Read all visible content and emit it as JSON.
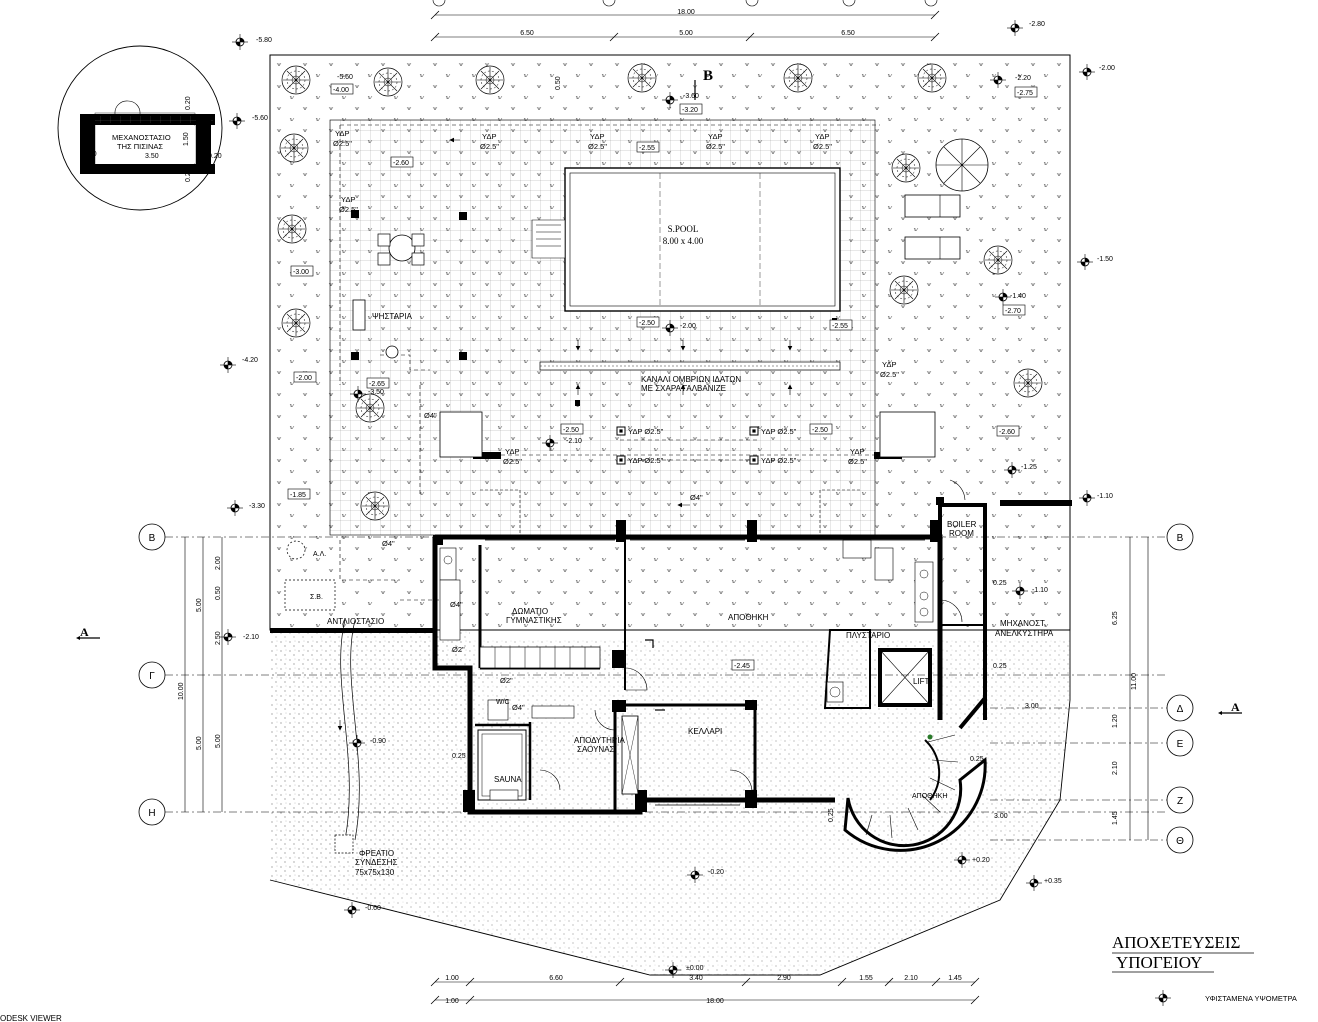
{
  "title": {
    "line1": "ΑΠΟΧΕΤΕΥΣΕΙΣ",
    "line2": "ΥΠΟΓΕΙΟΥ"
  },
  "legend": {
    "label": "ΥΦΙΣΤΑΜΕΝΑ ΥΨΟΜΕΤΡΑ"
  },
  "viewer_label": "ODESK VIEWER",
  "detail": {
    "line1": "ΜΕΧΑΝΟΣΤΑΣΙΟ",
    "line2": "ΤΗΣ ΠΙΣΙΝΑΣ",
    "dim_width": "3.50",
    "dim_wall": "0.20",
    "dim_wall_2": "0.20",
    "dim_height": "1.50",
    "dim_top": "0.20",
    "dim_bottom": "0.20"
  },
  "pool": {
    "label": "S.POOL",
    "size": "8.00 x 4.00"
  },
  "section_marks": {
    "a_left": "A",
    "a_right": "A",
    "b_top": "B"
  },
  "rooms": {
    "gym_1": "ΔΩΜΑΤΙΟ",
    "gym_2": "ΓΥΜΝΑΣΤΙΚΗΣ",
    "storage": "ΑΠΟΘΗΚΗ",
    "laundry": "ΠΛΥΣΤΑΡΙΟ",
    "lift": "LIFT",
    "boiler_1": "BOILER",
    "boiler_2": "ROOM",
    "machine_1": "ΜΗΧΑΝΟΣΤ.",
    "machine_2": "ΑΝΕΛΚΥΣΤΗΡΑ",
    "cellar": "ΚΕΛΛΑΡΙ",
    "changing_1": "ΑΠΟΔΥΤΗΡΙΑ",
    "changing_2": "ΣΑΟΥΝΑΣ",
    "sauna": "SAUNA",
    "wc": "W/C",
    "storage2": "ΑΠΟΘΗΚΗ",
    "pump_room": "ΑΝΤΛΙΟΣΤΑΣΙΟ",
    "bbq": "ΨΗΣΤΑΡΙΑ",
    "channel_1": "ΚΑΝΑΛΙ ΟΜΒΡΙΩΝ ΙΔΑΤΩΝ",
    "channel_2": "ΜΕ ΣΧΑΡΑ ΓΑΛΒΑΝΙΖΕ",
    "manhole_1": "ΦΡΕΑΤΙΟ",
    "manhole_2": "ΣΥΝΔΕΣΗΣ",
    "manhole_3": "75x75x130",
    "aa": "Α.Λ.",
    "eb": "Σ.Β."
  },
  "grid_axes": {
    "left": [
      "Β",
      "Γ",
      "Η"
    ],
    "right": [
      "Β",
      "Δ",
      "Ε",
      "Ζ",
      "Θ"
    ]
  },
  "drain_label": "ΥΔΡ",
  "drain_size": "Ø2.5\"",
  "drain_inline": "ΥΔΡ Ø2.5\"",
  "pipe_labels": {
    "p4": "Ø4\"",
    "p2": "Ø2\""
  },
  "top_dims": {
    "total": "18.00",
    "d1": "6.50",
    "d2": "5.00",
    "d3": "6.50"
  },
  "bottom_dims": {
    "row1": [
      "1.00",
      "6.60",
      "3.40",
      "2.90",
      "1.55",
      "2.10",
      "1.45"
    ],
    "row2": [
      "1.00",
      "18.00"
    ]
  },
  "left_dims": {
    "a": "10.00",
    "b": "5.00",
    "c": "5.00",
    "d": "2.00",
    "e": "0.50",
    "f": "2.50",
    "g": "5.00"
  },
  "right_dims": {
    "a": "11.00",
    "b": "6.25",
    "c": "1.20",
    "d": "2.10",
    "e": "1.45"
  },
  "misc_dims": {
    "r1": "0.25",
    "r2": "0.25",
    "r3": "0.25",
    "r4": "0.25",
    "r5": "3.00",
    "r6": "3.00",
    "r7": "0.25",
    "r8": "0.50"
  },
  "spot_levels": {
    "l1": "-5.80",
    "l2": "-5.60",
    "l3": "-5.60",
    "l4": "-4.20",
    "l5": "-3.30",
    "l6": "-2.10",
    "l7": "-2.80",
    "l8": "-2.00",
    "l9": "-1.50",
    "l10": "-1.10",
    "l11": "-1.10",
    "l12": "-0.90",
    "l13": "-0.60",
    "l14": "-0.20",
    "l15": "±0.00",
    "l16": "+0.20",
    "l17": "+0.35",
    "l18": "-3.60",
    "l19": "-2.20",
    "l20": "-1.40",
    "l21": "-1.25",
    "l22": "-2.00",
    "l23": "-2.10",
    "l24": "-3.50"
  },
  "boxed_levels": {
    "b1": "-4.00",
    "b2": "-2.60",
    "b3": "-3.00",
    "b4": "-2.55",
    "b5": "-3.20",
    "b6": "-2.75",
    "b7": "-2.70",
    "b8": "-2.50",
    "b9": "-2.55",
    "b10": "-2.60",
    "b11": "-2.65",
    "b12": "-1.85",
    "b13": "-2.50",
    "b14": "-2.50",
    "b15": "-2.45",
    "b16": "-2.00"
  }
}
